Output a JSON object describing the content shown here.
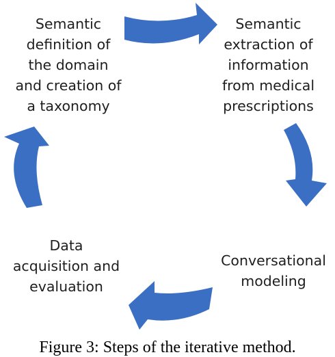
{
  "colors": {
    "arrow": "#3b6fc4",
    "text": "#1e1e1e",
    "background": "#ffffff"
  },
  "steps": [
    {
      "id": "1",
      "label": "Semantic\ndefinition of\nthe domain\nand creation of\na taxonomy"
    },
    {
      "id": "2",
      "label": "Semantic\nextraction of\ninformation\nfrom medical\nprescriptions"
    },
    {
      "id": "3",
      "label": "Conversational\nmodeling"
    },
    {
      "id": "4",
      "label": "Data\nacquisition and\nevaluation"
    }
  ],
  "caption": "Figure 3: Steps of the iterative method."
}
